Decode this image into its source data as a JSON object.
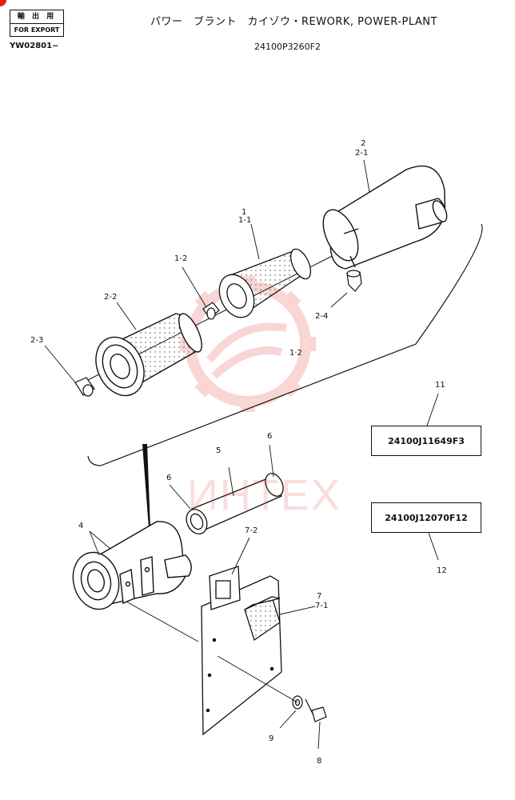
{
  "header": {
    "stamp_line1": "輸 出 用",
    "stamp_line2": "FOR EXPORT",
    "serial": "YW02801~",
    "title": "パワー　ブラント　カイゾウ・REWORK, POWER-PLANT",
    "part_number": "24100P3260F2"
  },
  "labels": {
    "p2": "2",
    "p2_1": "2-1",
    "p1": "1",
    "p1_1": "1-1",
    "p1_2a": "1-2",
    "p2_2": "2-2",
    "p2_3": "2-3",
    "p2_4": "2-4",
    "p1_2b": "1·2",
    "p11": "11",
    "p12": "12",
    "p6a": "6",
    "p6b": "6",
    "p5": "5",
    "p4": "4",
    "p7_2": "7-2",
    "p7": "7",
    "p7_1": "7-1",
    "p9": "9",
    "p8": "8"
  },
  "ref_boxes": {
    "box_11": "24100J11649F3",
    "box_12": "24100J12070F12"
  },
  "watermark": {
    "text": "ИНТЕХ",
    "color": "#e8474a"
  },
  "colors": {
    "ink": "#111111",
    "paper": "#ffffff",
    "accent_dot": "#e02020"
  }
}
